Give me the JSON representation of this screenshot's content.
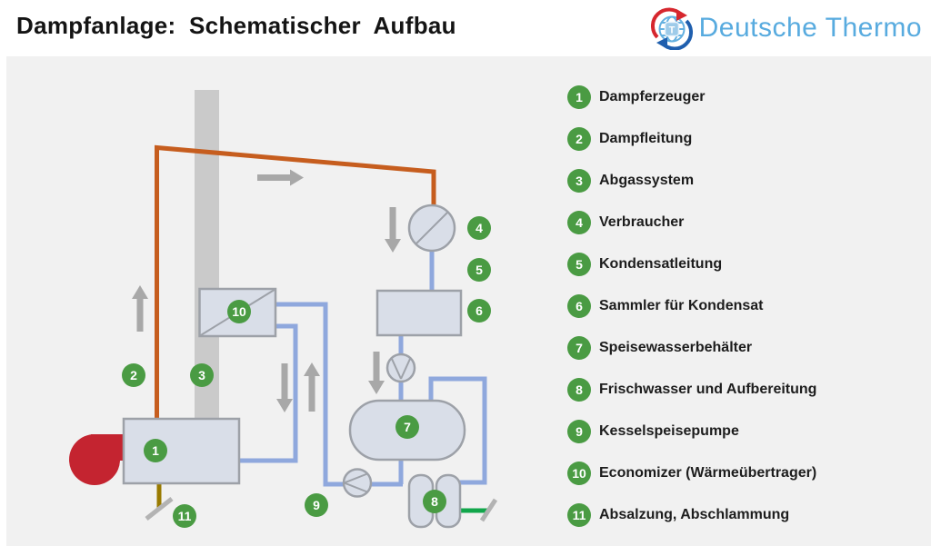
{
  "header": {
    "title": "Dampfanlage: Schematischer Aufbau",
    "brand": "Deutsche Thermo",
    "logo_letter": "T"
  },
  "legend": {
    "items": [
      {
        "number": "1",
        "label": "Dampferzeuger"
      },
      {
        "number": "2",
        "label": "Dampfleitung"
      },
      {
        "number": "3",
        "label": "Abgassystem"
      },
      {
        "number": "4",
        "label": "Verbraucher"
      },
      {
        "number": "5",
        "label": "Kondensatleitung"
      },
      {
        "number": "6",
        "label": "Sammler für Kondensat"
      },
      {
        "number": "7",
        "label": "Speisewasserbehälter"
      },
      {
        "number": "8",
        "label": "Frischwasser und Aufbereitung"
      },
      {
        "number": "9",
        "label": "Kesselspeisepumpe"
      },
      {
        "number": "10",
        "label": "Economizer (Wärmeübertrager)"
      },
      {
        "number": "11",
        "label": "Absalzung, Abschlammung"
      }
    ]
  },
  "colors": {
    "badge_green": "#4a9b43",
    "steam_pipe_orange": "#c65d1e",
    "water_pipe_blue": "#8fa8dd",
    "freshwater_pipe_green": "#12a64b",
    "blowdown_pipe_olive": "#997a00",
    "vessel_fill": "#d9dee8",
    "vessel_border": "#9da1a8",
    "chimney_gray": "#cacaca",
    "arrow_gray": "#a8a8a8",
    "burner_red": "#c42430",
    "brand_blue": "#58abdf",
    "panel_background": "#f1f1f1"
  }
}
